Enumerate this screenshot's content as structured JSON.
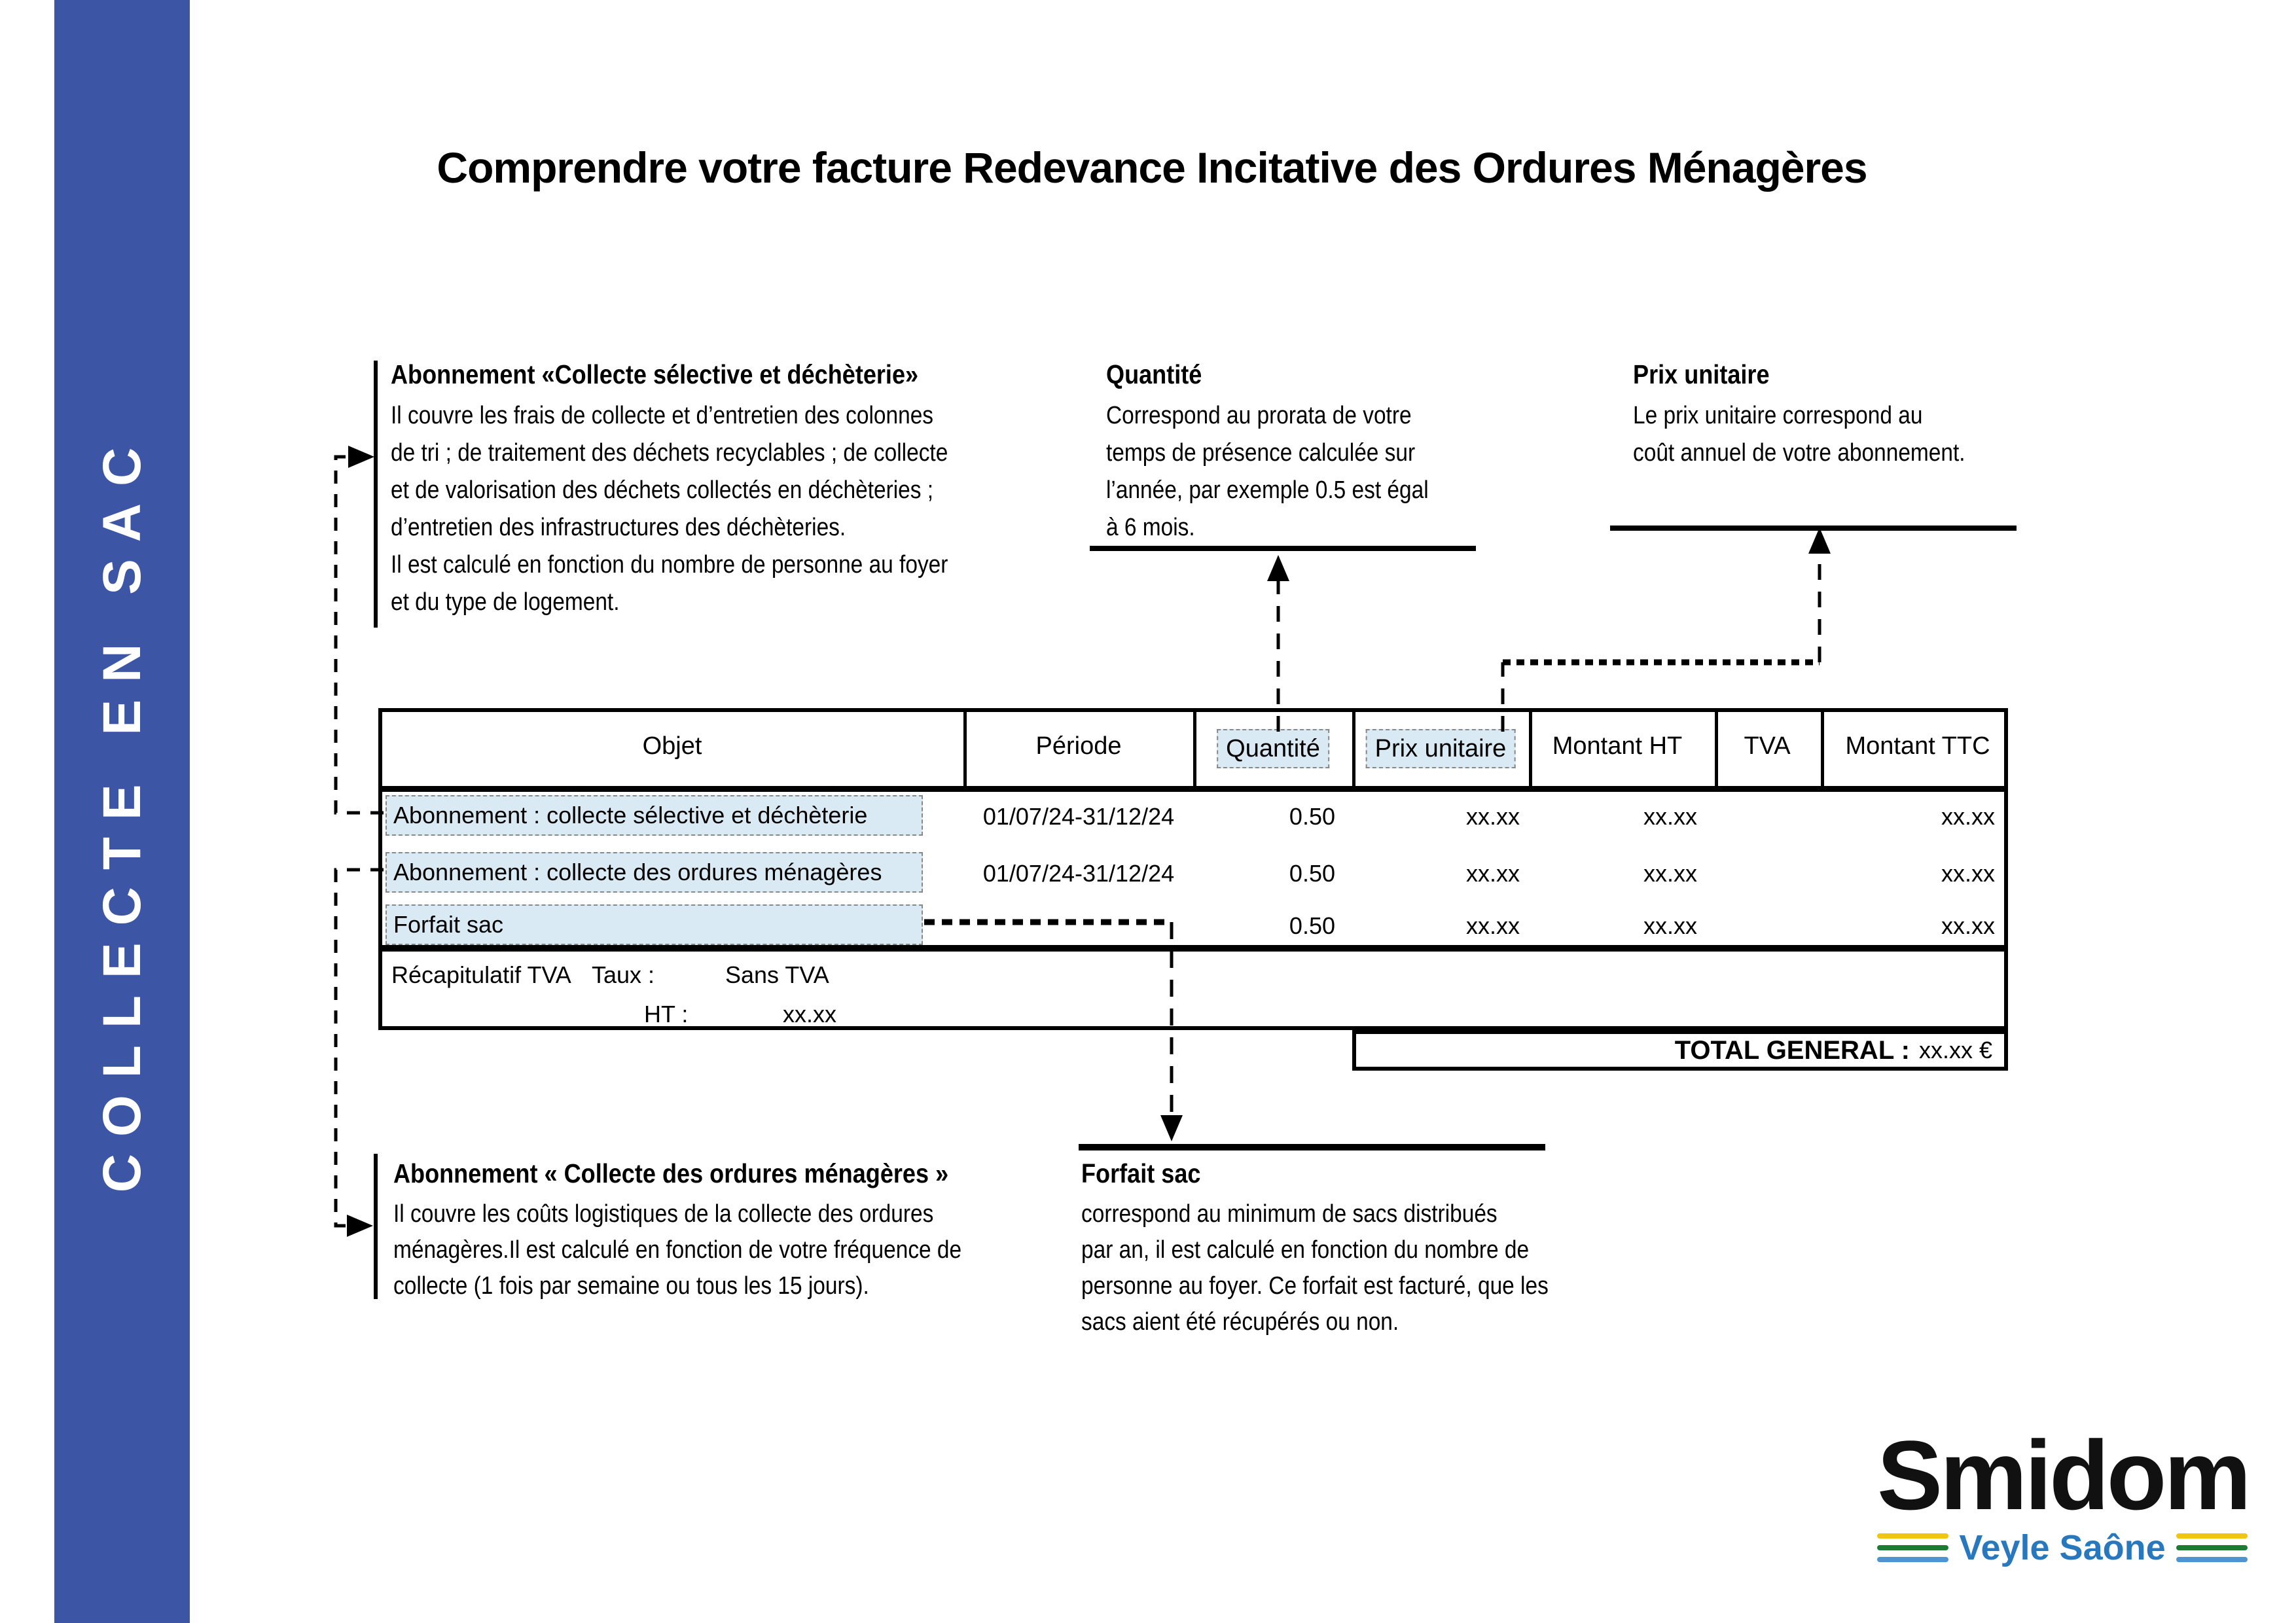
{
  "banner": {
    "label": "COLLECTE EN SAC",
    "bg_color": "#3D55A5",
    "text_color": "#ffffff"
  },
  "title": "Comprendre votre facture Redevance Incitative des Ordures Ménagères",
  "callouts": {
    "abonnement_selective": {
      "title": "Abonnement «Collecte sélective et déchèterie»",
      "lines": [
        "Il couvre les frais de collecte et d’entretien des colonnes",
        "de tri ; de traitement des déchets recyclables ; de collecte",
        "et de valorisation des déchets collectés en déchèteries ;",
        "d’entretien des infrastructures des déchèteries.",
        "Il est calculé en fonction du nombre de personne au foyer",
        "et du type de logement."
      ]
    },
    "quantite": {
      "title": "Quantité",
      "lines": [
        "Correspond au prorata de votre",
        "temps de présence calculée sur",
        "l’année, par exemple 0.5 est égal",
        "à 6 mois."
      ]
    },
    "prix_unitaire": {
      "title": "Prix unitaire",
      "lines": [
        "Le prix unitaire correspond au",
        "coût annuel de votre abonnement."
      ]
    },
    "abonnement_ordures": {
      "title": "Abonnement « Collecte des ordures ménagères »",
      "lines": [
        "Il couvre les coûts logistiques de la collecte des ordures",
        "ménagères.Il est calculé en fonction de votre fréquence de",
        "collecte (1 fois par semaine ou tous les 15 jours)."
      ]
    },
    "forfait_sac": {
      "title": "Forfait sac",
      "lines": [
        "correspond au minimum de sacs distribués",
        "par an, il est calculé en fonction du nombre de",
        "personne au foyer. Ce forfait est facturé, que les",
        "sacs aient été récupérés ou non."
      ]
    }
  },
  "table": {
    "headers": {
      "objet": "Objet",
      "periode": "Période",
      "quantite": "Quantité",
      "prix_unitaire": "Prix unitaire",
      "montant_ht": "Montant HT",
      "tva": "TVA",
      "montant_ttc": "Montant TTC"
    },
    "rows": [
      {
        "objet": "Abonnement : collecte sélective et déchèterie",
        "periode": "01/07/24-31/12/24",
        "quantite": "0.50",
        "prix_unitaire": "xx.xx",
        "montant_ht": "xx.xx",
        "tva": "",
        "montant_ttc": "xx.xx"
      },
      {
        "objet": "Abonnement : collecte des ordures ménagères",
        "periode": "01/07/24-31/12/24",
        "quantite": "0.50",
        "prix_unitaire": "xx.xx",
        "montant_ht": "xx.xx",
        "tva": "",
        "montant_ttc": "xx.xx"
      },
      {
        "objet": "Forfait sac",
        "periode": "",
        "quantite": "0.50",
        "prix_unitaire": "xx.xx",
        "montant_ht": "xx.xx",
        "tva": "",
        "montant_ttc": "xx.xx"
      }
    ],
    "recap": {
      "label": "Récapitulatif TVA",
      "taux_label": "Taux :",
      "taux_value": "Sans TVA",
      "ht_label": "HT :",
      "ht_value": "xx.xx"
    },
    "total": {
      "label": "TOTAL GENERAL :",
      "value": "xx.xx €"
    }
  },
  "highlight": {
    "fill": "#D9EAF5"
  },
  "logo": {
    "name": "Smidom",
    "subtitle": "Veyle Saône",
    "subtitle_color": "#2878BE",
    "stripe_colors": [
      "#F2C511",
      "#1F7A33",
      "#4D94D0"
    ]
  }
}
